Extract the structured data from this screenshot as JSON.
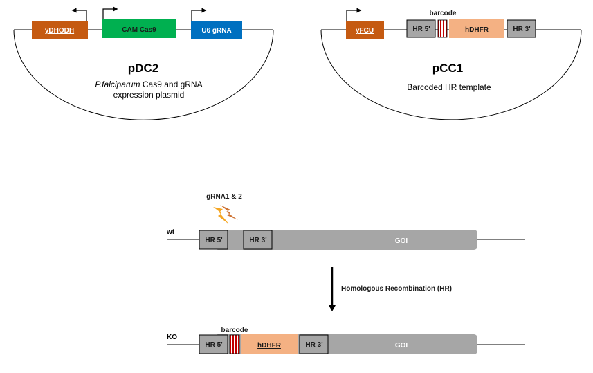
{
  "colors": {
    "ydhodh": "#c55a11",
    "cas9": "#00b050",
    "u6": "#0070c0",
    "yfcu": "#c55a11",
    "hr": "#a6a6a6",
    "hdhfr": "#f4b183",
    "goi": "#a6a6a6",
    "barcode_stripe": "#c00000",
    "bolt": "#f5a623"
  },
  "plasmid1": {
    "name": "pDC2",
    "desc_italic": "P.falciparum",
    "desc_line1_rest": " Cas9 and gRNA",
    "desc_line2": "expression plasmid",
    "elements": [
      "yDHODH",
      "CAM Cas9",
      "U6 gRNA"
    ]
  },
  "plasmid2": {
    "name": "pCC1",
    "desc": "Barcoded HR template",
    "barcode_label": "barcode",
    "elements": [
      "yFCU",
      "HR 5'",
      "hDHFR",
      "HR 3'"
    ]
  },
  "wt_locus": {
    "label": "wt",
    "grna_label": "gRNA1 & 2",
    "elements": [
      "HR 5'",
      "HR 3'",
      "GOI"
    ]
  },
  "arrow_label": "Homologous Recombination (HR)",
  "ko_locus": {
    "label": "KO",
    "barcode_label": "barcode",
    "elements": [
      "HR 5'",
      "hDHFR",
      "HR 3'",
      "GOI"
    ]
  }
}
